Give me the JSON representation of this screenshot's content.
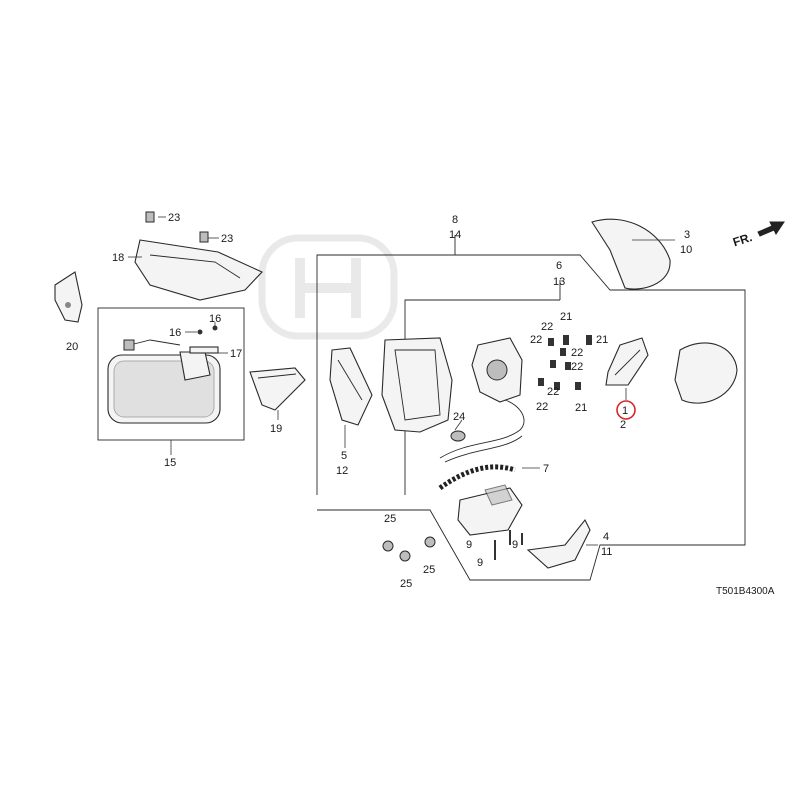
{
  "diagram": {
    "code": "T501B4300A",
    "direction_label": "FR.",
    "accent_color": "#d42a2a",
    "callouts": {
      "p1": "1",
      "p2": "2",
      "p3": "3",
      "p10": "10",
      "p4": "4",
      "p11": "11",
      "p5": "5",
      "p12": "12",
      "p6": "6",
      "p13": "13",
      "p7": "7",
      "p8": "8",
      "p14": "14",
      "p9a": "9",
      "p9b": "9",
      "p9c": "9",
      "p15": "15",
      "p16a": "16",
      "p16b": "16",
      "p17": "17",
      "p18": "18",
      "p19": "19",
      "p20": "20",
      "p21a": "21",
      "p21b": "21",
      "p21c": "21",
      "p22a": "22",
      "p22b": "22",
      "p22c": "22",
      "p22d": "22",
      "p22e": "22",
      "p22f": "22",
      "p23a": "23",
      "p23b": "23",
      "p24": "24",
      "p25a": "25",
      "p25b": "25",
      "p25c": "25"
    }
  }
}
